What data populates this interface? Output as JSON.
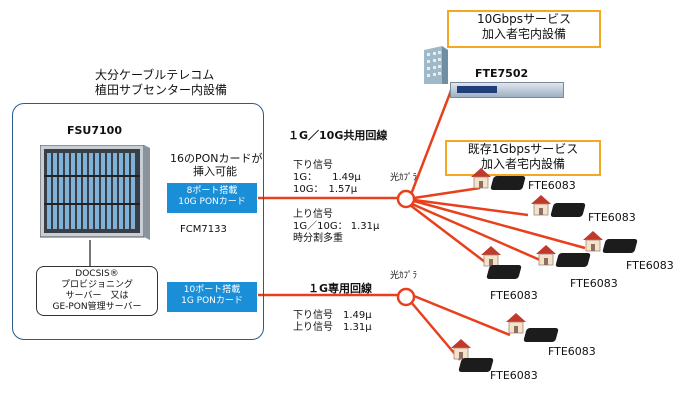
{
  "boxes": {
    "service10g": [
      "10Gbpsサービス",
      "加入者宅内設備"
    ],
    "service1g": [
      "既存1Gbpsサービス",
      "加入者宅内設備"
    ]
  },
  "center": {
    "title": [
      "大分ケーブルテレコム",
      "植田サブセンター内設備"
    ],
    "fsu": "FSU7100",
    "pon_note": [
      "16のPONカードが",
      "挿入可能"
    ],
    "card_10g": [
      "8ポート搭載",
      "10G PONカード"
    ],
    "card_1g": [
      "10ポート搭載",
      "1G PONカード"
    ],
    "fcm": "FCM7133",
    "mgmt": [
      "DOCSIS®",
      "プロビジョニング",
      "サーバー　又は",
      "GE-PON管理サーバー"
    ]
  },
  "lines": {
    "shared_title": "１G／10G共用回線",
    "shared_down": [
      "下り信号",
      "1G：　　1.49μ",
      "10G：　1.57μ"
    ],
    "shared_up": [
      "上り信号",
      "1G／10G：  1.31μ",
      "時分割多重"
    ],
    "dedicated_title": "１G専用回線",
    "dedicated_signals": [
      "下り信号　1.49μ",
      "上り信号　1.31μ"
    ],
    "coupler_label": "光ｶﾌﾟﾗ"
  },
  "devices": {
    "fte7502": "FTE7502",
    "fte6083": "FTE6083"
  },
  "colors": {
    "fiber": "#e8401c",
    "accent_box": "#f5a623",
    "card_blue": "#1a8fd8",
    "frame": "#2a5a8a"
  }
}
